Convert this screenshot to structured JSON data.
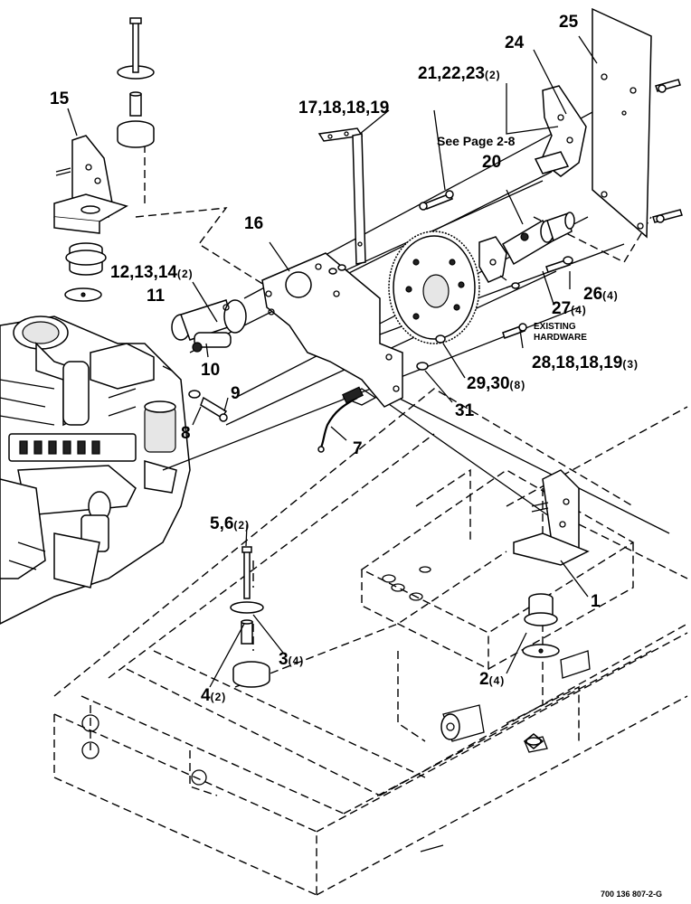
{
  "callouts": {
    "c1": "1",
    "c2": "2",
    "c2_qty": "(4)",
    "c3": "3",
    "c3_qty": "(4)",
    "c4": "4",
    "c4_qty": "(2)",
    "c5": "5,6",
    "c5_qty": "(2)",
    "c7": "7",
    "c8": "8",
    "c9": "9",
    "c10": "10",
    "c11": "11",
    "c12": "12,13,14",
    "c12_qty": "(2)",
    "c15": "15",
    "c16": "16",
    "c17": "17,18,18,19",
    "c20": "20",
    "c21": "21,22,23",
    "c21_qty": "(2)",
    "c24": "24",
    "c25": "25",
    "c26": "26",
    "c26_qty": "(4)",
    "c27": "27",
    "c27_qty": "(4)",
    "c28": "28,18,18,19",
    "c28_qty": "(3)",
    "c29": "29,30",
    "c29_qty": "(8)",
    "c31": "31"
  },
  "notes": {
    "see_page": "See Page 2-8",
    "existing_1": "EXISTING",
    "existing_2": "HARDWARE",
    "figure_id": "700 136 807-2-G"
  }
}
